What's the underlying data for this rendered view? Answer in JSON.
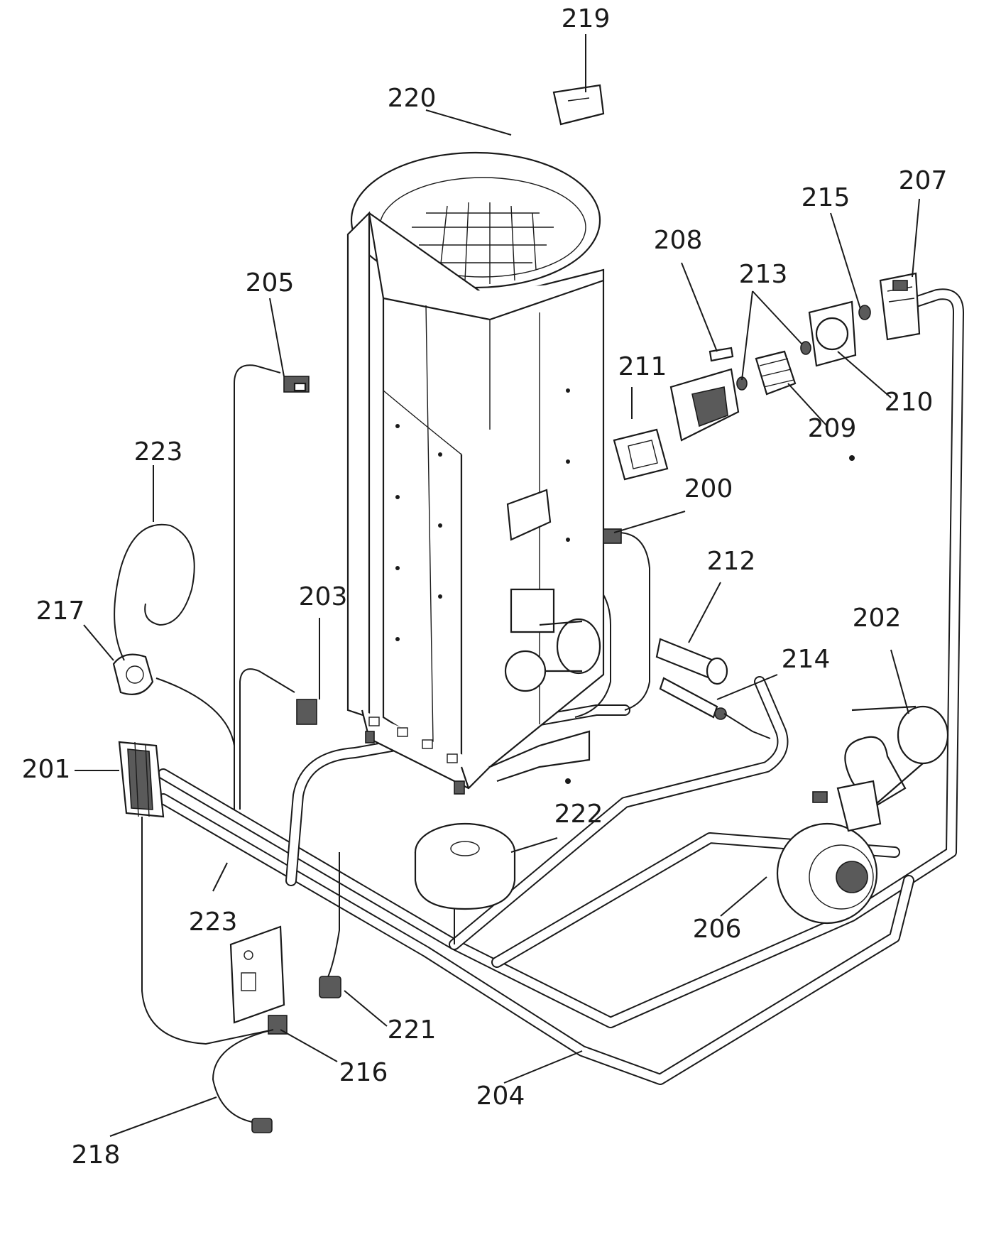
{
  "callouts": {
    "c200": "200",
    "c201": "201",
    "c202": "202",
    "c203": "203",
    "c204": "204",
    "c205": "205",
    "c206": "206",
    "c207": "207",
    "c208": "208",
    "c209": "209",
    "c210": "210",
    "c211": "211",
    "c212": "212",
    "c213": "213",
    "c214": "214",
    "c215": "215",
    "c216": "216",
    "c217": "217",
    "c218": "218",
    "c219": "219",
    "c220": "220",
    "c221": "221",
    "c222": "222",
    "c223a": "223",
    "c223b": "223"
  }
}
